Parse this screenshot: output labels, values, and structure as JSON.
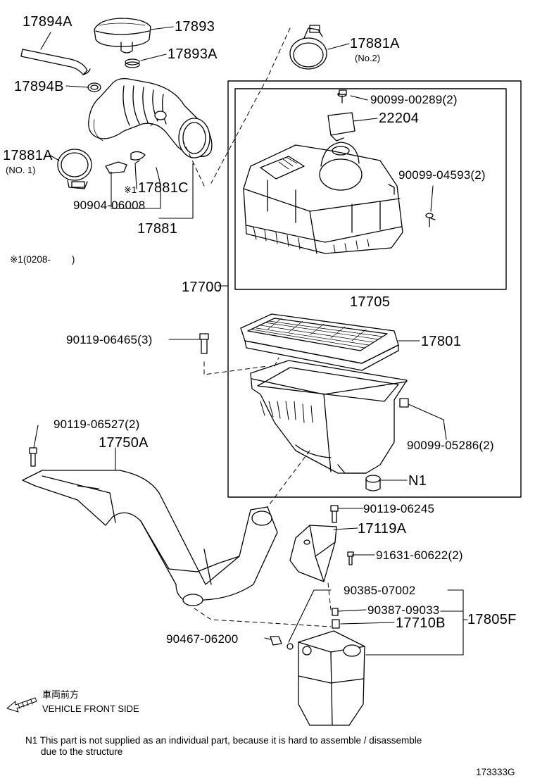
{
  "parts": {
    "p17894A": "17894A",
    "p17893": "17893",
    "p17893A": "17893A",
    "p17894B": "17894B",
    "p17881A_no2": "17881A",
    "no2": "(No.2)",
    "p17881A_no1": "17881A",
    "no1": "(NO. 1)",
    "p9009900289": "90099-00289(2)",
    "p22204": "22204",
    "p9009904593": "90099-04593(2)",
    "star1": "※1",
    "p17881C": "17881C",
    "p9090406008": "90904-06008",
    "p17881": "17881",
    "p17700": "17700",
    "p17705": "17705",
    "p9011906465": "90119-06465(3)",
    "p17801": "17801",
    "p9011906527": "90119-06527(2)",
    "p17750A": "17750A",
    "p9009905286": "90099-05286(2)",
    "n1": "N1",
    "p9011906245": "90119-06245",
    "p17119A": "17119A",
    "p9163160622": "91631-60622(2)",
    "p9038507002": "90385-07002",
    "p9038709033": "90387-09033",
    "p17710B": "17710B",
    "p17805F": "17805F",
    "p9046706200": "90467-06200"
  },
  "footnote_marker": "※1(0208-        )",
  "vehicle_front_jp": "車両前方",
  "vehicle_front_en": "VEHICLE FRONT SIDE",
  "note_line1": "N1 This part is not supplied as an individual part, because it is hard to assemble / disassemble",
  "note_line2": "due to the structure",
  "diagram_id": "173333G"
}
